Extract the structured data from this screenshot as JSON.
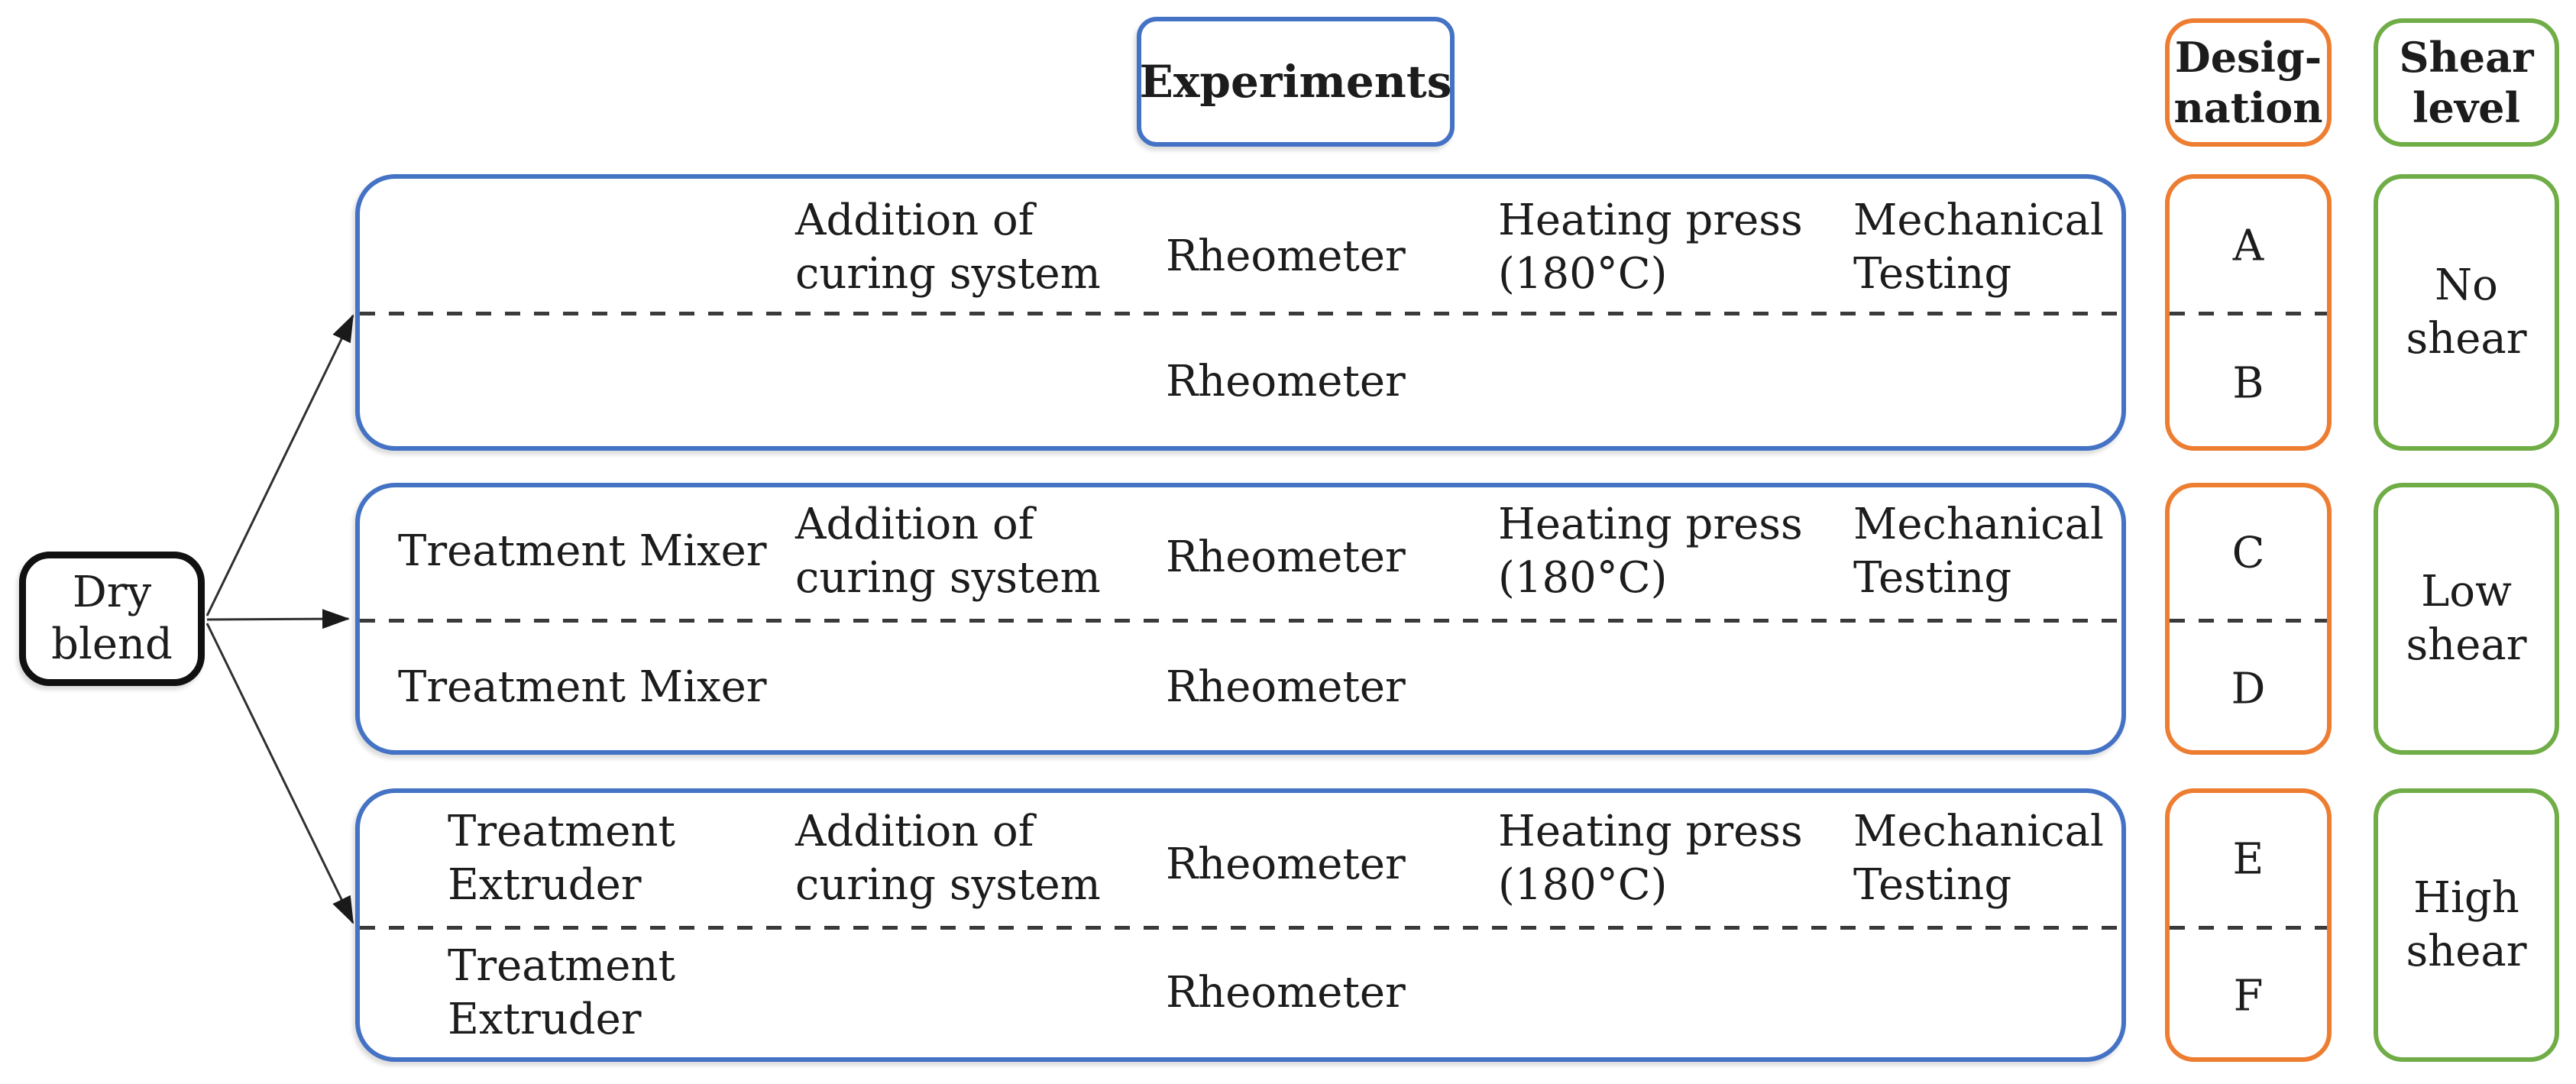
{
  "figure": "Experimental workflow diagram",
  "colors": {
    "blue": "#4472C4",
    "orange": "#ED7D31",
    "green": "#70AD47",
    "black": "#111111",
    "dash": "#3a3a3a",
    "arrow": "#2f2f2f"
  },
  "headers": {
    "experiments": "Experiments",
    "designation_l1": "Desig-",
    "designation_l2": "nation",
    "shear_l1": "Shear",
    "shear_l2": "level"
  },
  "source": {
    "l1": "Dry",
    "l2": "blend"
  },
  "branches": [
    {
      "shear_l1": "No",
      "shear_l2": "shear",
      "top": {
        "curing_l1": "Addition of",
        "curing_l2": "curing system",
        "rheometer": "Rheometer",
        "heating_l1": "Heating press",
        "heating_l2": "(180°C)",
        "mechanical_l1": "Mechanical",
        "mechanical_l2": "Testing",
        "designation": "A"
      },
      "bottom": {
        "rheometer": "Rheometer",
        "designation": "B"
      }
    },
    {
      "shear_l1": "Low",
      "shear_l2": "shear",
      "top": {
        "treatment": "Treatment Mixer",
        "curing_l1": "Addition of",
        "curing_l2": "curing system",
        "rheometer": "Rheometer",
        "heating_l1": "Heating press",
        "heating_l2": "(180°C)",
        "mechanical_l1": "Mechanical",
        "mechanical_l2": "Testing",
        "designation": "C"
      },
      "bottom": {
        "treatment": "Treatment Mixer",
        "rheometer": "Rheometer",
        "designation": "D"
      }
    },
    {
      "shear_l1": "High",
      "shear_l2": "shear",
      "top": {
        "treatment_l1": "Treatment",
        "treatment_l2": "Extruder",
        "curing_l1": "Addition of",
        "curing_l2": "curing system",
        "rheometer": "Rheometer",
        "heating_l1": "Heating press",
        "heating_l2": "(180°C)",
        "mechanical_l1": "Mechanical",
        "mechanical_l2": "Testing",
        "designation": "E"
      },
      "bottom": {
        "treatment_l1": "Treatment",
        "treatment_l2": "Extruder",
        "rheometer": "Rheometer",
        "designation": "F"
      }
    }
  ]
}
